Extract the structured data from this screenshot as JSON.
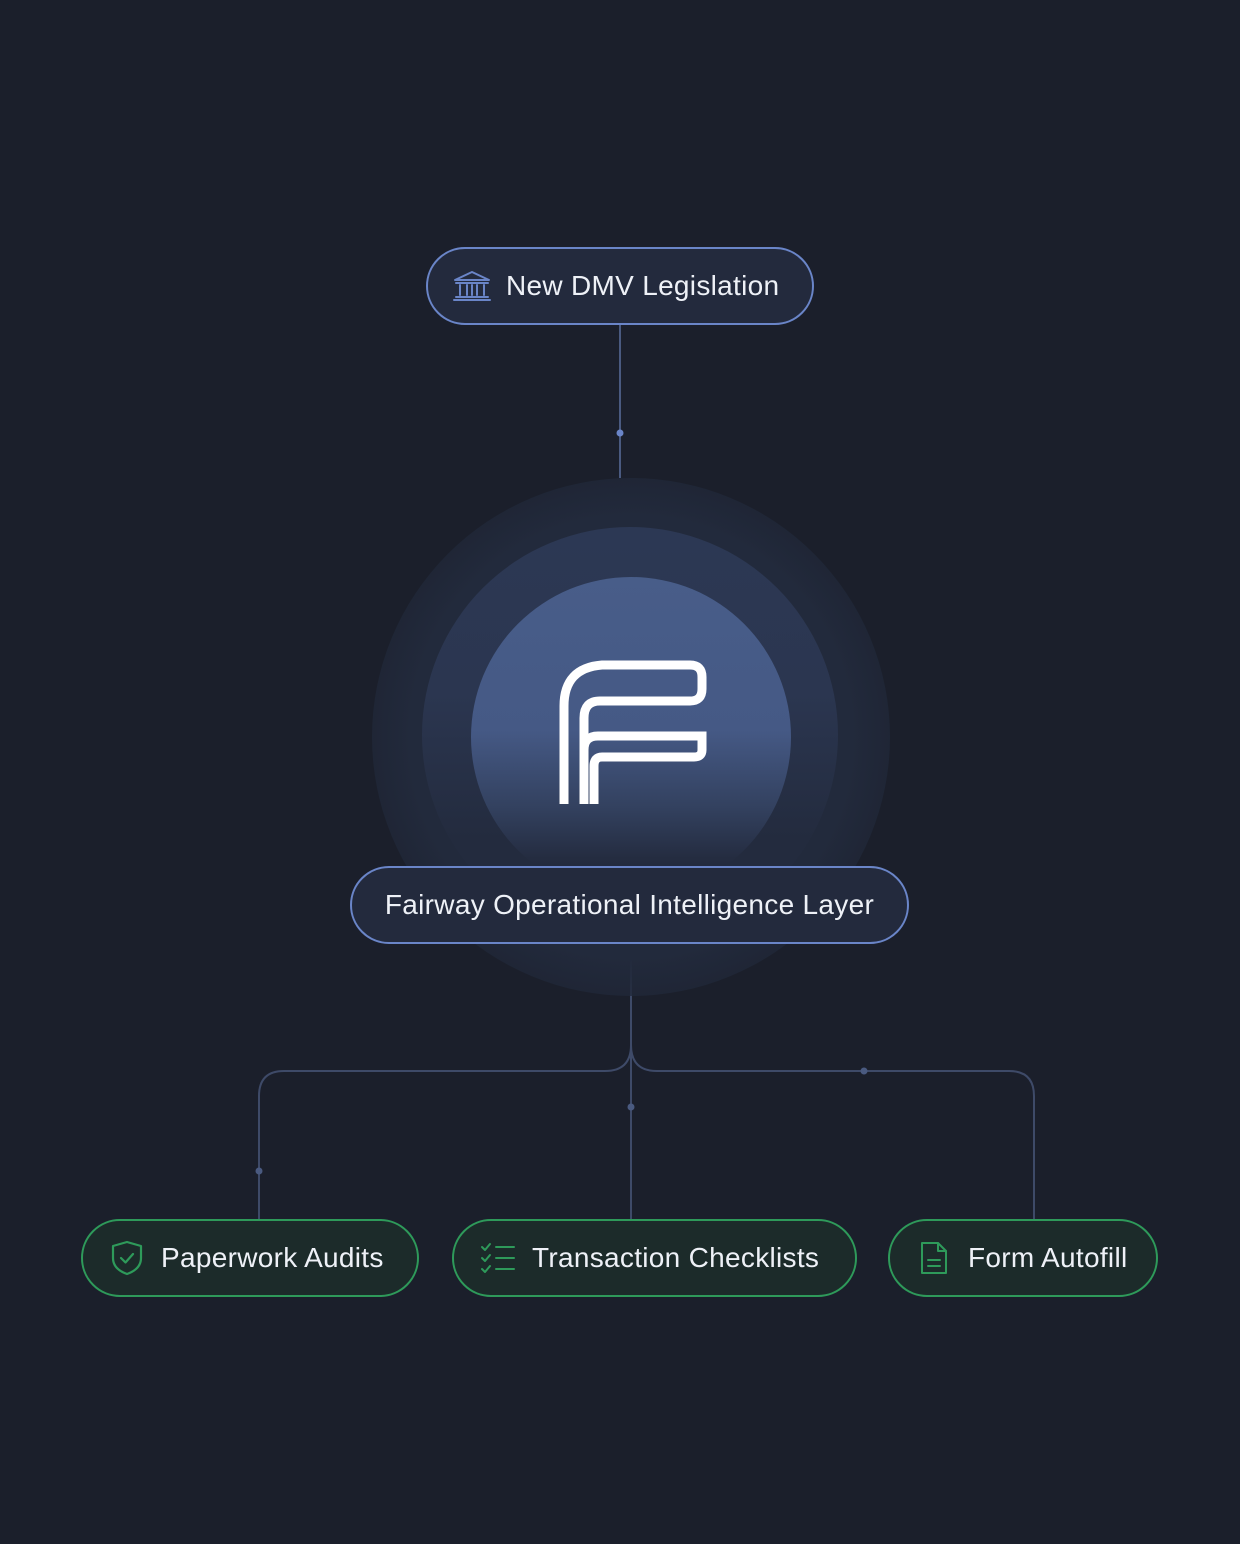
{
  "diagram": {
    "source": {
      "label": "New DMV Legislation",
      "icon": "bank-building-icon"
    },
    "core": {
      "label": "Fairway Operational Intelligence Layer",
      "logo": "fairway-logo"
    },
    "outputs": [
      {
        "label": "Paperwork Audits",
        "icon": "shield-check-icon"
      },
      {
        "label": "Transaction Checklists",
        "icon": "checklist-icon"
      },
      {
        "label": "Form Autofill",
        "icon": "document-icon"
      }
    ]
  },
  "colors": {
    "background": "#1b1f2b",
    "blue_accent": "#6a85c8",
    "green_accent": "#2e9a5a",
    "connector": "#4a5a80",
    "text": "#eef1f7"
  }
}
